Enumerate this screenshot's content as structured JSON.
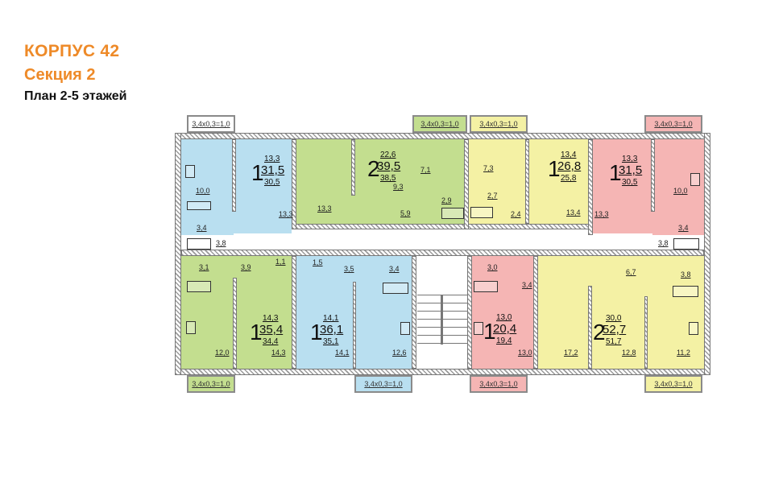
{
  "header": {
    "title": "КОРПУС 42",
    "section": "Секция 2",
    "subtitle": "План 2-5 этажей"
  },
  "colors": {
    "title": "#ee8a28",
    "blue": "#b9dff0",
    "green": "#c3de8f",
    "yellow": "#f4f1a4",
    "pink": "#f5b5b4"
  },
  "balconies": {
    "top": [
      "3,4x0,3=1,0",
      "3,4x0,3=1,0",
      "3,4x0,3=1,0",
      "3,4x0,3=1,0"
    ],
    "bottom": [
      "3,4x0,3=1,0",
      "3,4x0,3=1,0",
      "3,4x0,3=1,0",
      "3,4x0,3=1,0"
    ]
  },
  "apartments": [
    {
      "id": "top-1",
      "color": "blue",
      "rooms": "1",
      "living": "13,3",
      "total": "31,5",
      "area": "30,5",
      "room_areas": {
        "kitchen": "10,0",
        "bath": "3,4",
        "hall": "3,8",
        "room": "13,3"
      }
    },
    {
      "id": "top-2",
      "color": "green",
      "rooms": "2",
      "living": "22,6",
      "total": "39,5",
      "area": "38,5",
      "room_areas": {
        "room1": "13,3",
        "room2": "9,3",
        "hall": "5,9",
        "kitchen": "7,1",
        "bath": "2,9"
      }
    },
    {
      "id": "top-3",
      "color": "yellow",
      "rooms": "1",
      "living": "13,4",
      "total": "26,8",
      "area": "25,8",
      "room_areas": {
        "kitchen": "7,3",
        "bath": "2,7",
        "hall": "2,4",
        "room": "13,4"
      }
    },
    {
      "id": "top-4",
      "color": "pink",
      "rooms": "1",
      "living": "13,3",
      "total": "31,5",
      "area": "30,5",
      "room_areas": {
        "room": "13,3",
        "kitchen": "10,0",
        "bath": "3,4",
        "hall": "3,8"
      }
    },
    {
      "id": "bot-1",
      "color": "green",
      "rooms": "1",
      "living": "14,3",
      "total": "35,4",
      "area": "34,4",
      "room_areas": {
        "bath": "3,1",
        "hall": "3,9",
        "closet": "1,1",
        "kitchen": "12,0",
        "room": "14,3"
      }
    },
    {
      "id": "bot-2",
      "color": "blue",
      "rooms": "1",
      "living": "14,1",
      "total": "36,1",
      "area": "35,1",
      "room_areas": {
        "closet": "1,5",
        "hall": "3,5",
        "bath": "3,4",
        "room": "14,1",
        "kitchen": "12,6"
      }
    },
    {
      "id": "bot-3",
      "color": "pink",
      "rooms": "1",
      "living": "13,0",
      "total": "20,4",
      "area": "19,4",
      "room_areas": {
        "bath": "3,0",
        "hall": "3,4",
        "room": "13,0"
      }
    },
    {
      "id": "bot-4",
      "color": "yellow",
      "rooms": "2",
      "living": "30,0",
      "total": "52,7",
      "area": "51,7",
      "room_areas": {
        "room1": "17,2",
        "hall": "6,7",
        "bath": "3,8",
        "room2": "12,8",
        "kitchen": "11,2"
      }
    }
  ]
}
